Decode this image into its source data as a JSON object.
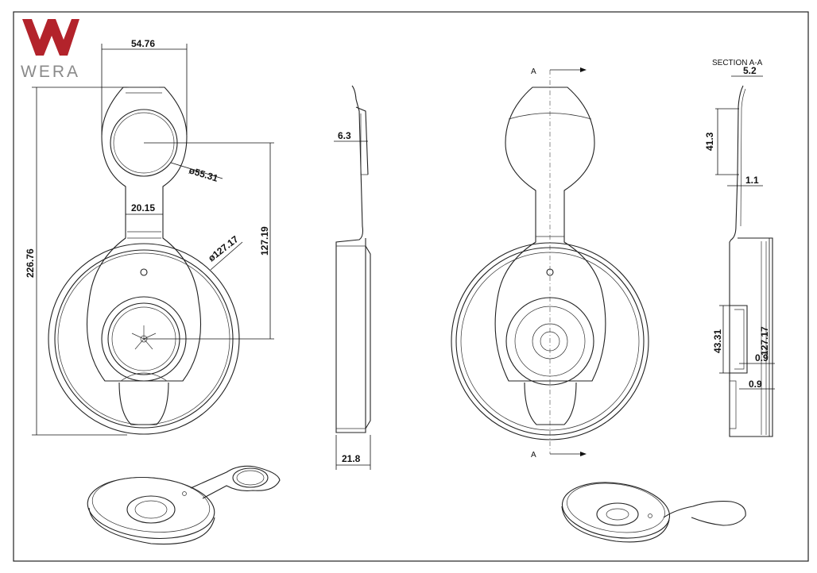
{
  "brand": {
    "name": "WERA",
    "logo_color": "#b3232b"
  },
  "drawing": {
    "frame_color": "#222222",
    "dimensions": {
      "front_width": "54.76",
      "ring_diameter": "ø55.31",
      "stem_width": "20.15",
      "lid_diameter": "ø127.17",
      "hole_to_center": "127.19",
      "overall_length": "226.76",
      "side_tab_thickness": "6.3",
      "side_total_height": "21.8",
      "section_top": "5.2",
      "section_stem_len": "41.3",
      "section_wall": "1.1",
      "section_cup_height": "43.31",
      "section_lid_diameter": "127.17",
      "section_gap_1": "0.9",
      "section_gap_2": "0.9"
    },
    "labels": {
      "section_title": "SECTION  A-A",
      "cut_top": "A",
      "cut_bottom": "A"
    }
  }
}
